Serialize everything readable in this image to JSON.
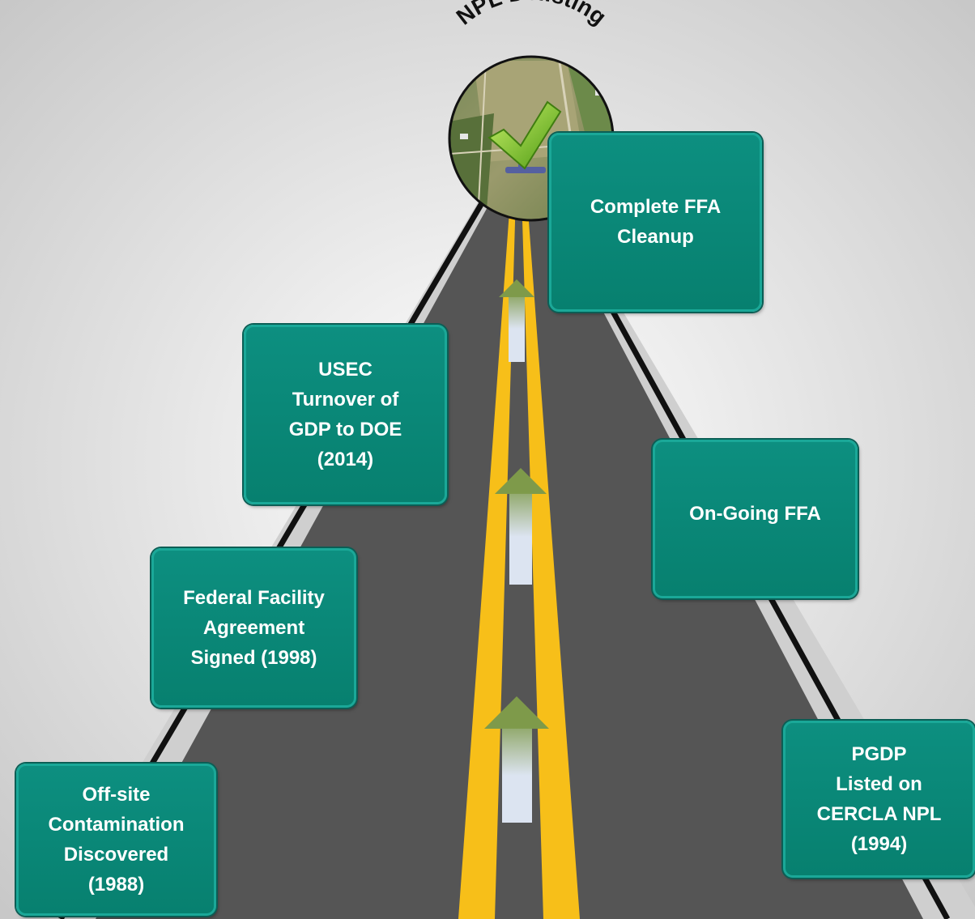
{
  "goal": {
    "label": "NPL Delisting",
    "icon": "checkmark-icon"
  },
  "milestones": {
    "offsite": "Off-site\nContamination\nDiscovered\n(1988)",
    "ffa": "Federal Facility\nAgreement\nSigned  (1998)",
    "usec": "USEC\n Turnover of\nGDP to DOE\n(2014)",
    "complete": "Complete FFA\nCleanup",
    "ongoing": "On-Going FFA",
    "pgdp": "PGDP\nListed on\nCERCLA NPL\n(1994)"
  },
  "colors": {
    "road": "#555555",
    "road_edge": "#111111",
    "shoulder": "#cfcfcf",
    "lane_line": "#f7bf19",
    "box_fill": "#07806f",
    "box_border": "#1aa898",
    "arrow_head": "#7e9a4a",
    "arrow_body": "#dce4f1"
  }
}
